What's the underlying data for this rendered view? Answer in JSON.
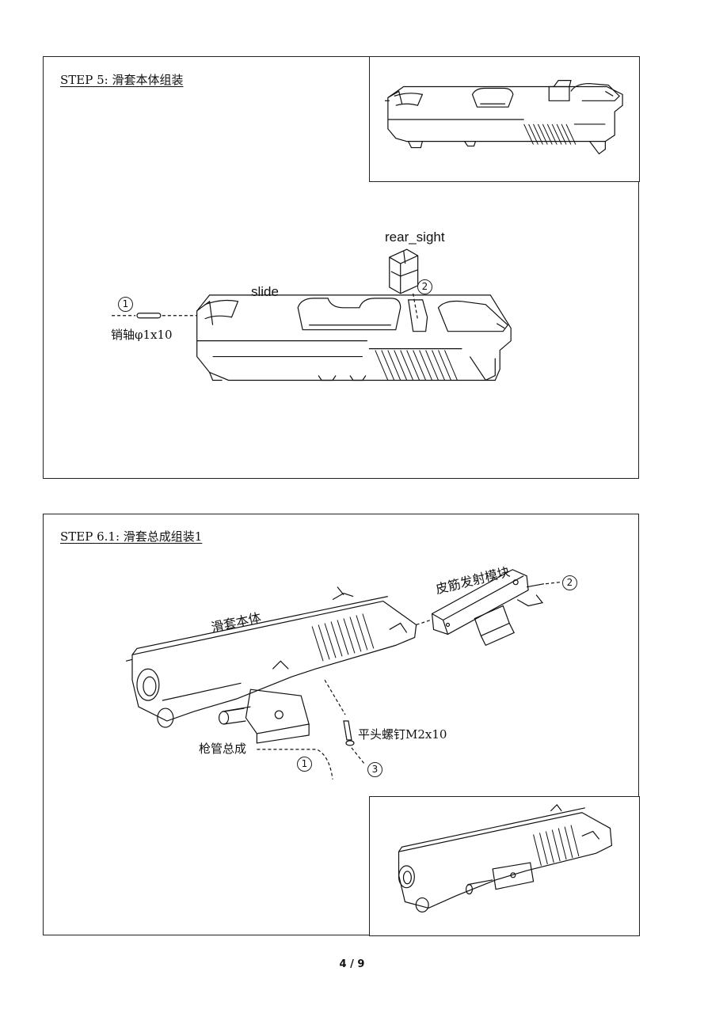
{
  "step5": {
    "title": "STEP 5: 滑套本体组装",
    "labels": {
      "slide": "slide",
      "rear_sight": "rear_sight",
      "pin": "销轴φ1x10"
    },
    "callouts": {
      "c1": "1",
      "c2": "2"
    }
  },
  "step61": {
    "title": "STEP 6.1: 滑套总成组装1",
    "labels": {
      "slide_body": "滑套本体",
      "firing_module": "皮筋发射模块",
      "screw": "平头螺钉M2x10",
      "barrel": "枪管总成"
    },
    "callouts": {
      "c1": "1",
      "c2": "2",
      "c3": "3"
    }
  },
  "footer": {
    "page": "4 / 9"
  }
}
